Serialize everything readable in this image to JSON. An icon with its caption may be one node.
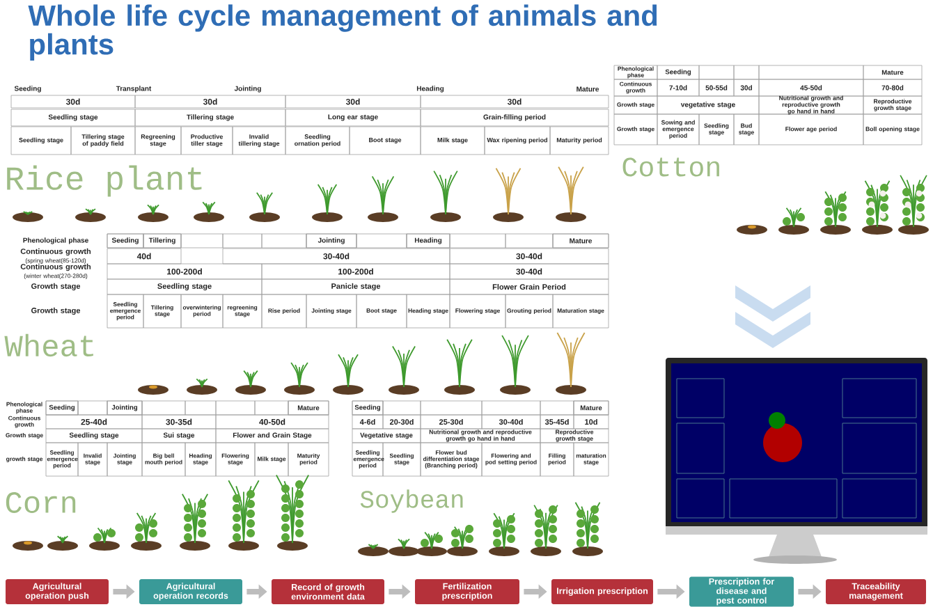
{
  "diagram": {
    "title": "Whole life cycle management of animals and plants",
    "nodes": [
      {
        "text": [
          "Agricultural operation push"
        ]
      },
      {
        "text": [
          "Agricultural operation records"
        ]
      },
      {
        "text": [
          "Record of growth environment data"
        ]
      },
      {
        "text": [
          "Fertilization prescription"
        ]
      },
      {
        "text": [
          "Irrigation prescription"
        ]
      },
      {
        "text": [
          "Prescription for disease and pest control"
        ]
      },
      {
        "text": [
          "Traceability management"
        ]
      }
    ],
    "edges": [
      {
        "from": 0,
        "to": 1,
        "arrow": "to"
      },
      {
        "from": 1,
        "to": 2,
        "arrow": "to"
      },
      {
        "from": 2,
        "to": 3,
        "arrow": "to"
      },
      {
        "from": 3,
        "to": 4,
        "arrow": "to"
      },
      {
        "from": 4,
        "to": 5,
        "arrow": "to"
      },
      {
        "from": 5,
        "to": 6,
        "arrow": "to"
      }
    ],
    "labels": [
      "Seeding",
      "Transplant",
      "Jointing",
      "Heading",
      "Mature",
      "30d",
      "30d",
      "30d",
      "30d",
      "Seedling stage",
      "Tillering stage",
      "Long ear stage",
      "Grain-filling period",
      "Seedling stage",
      "Tillering stage of paddy field",
      "Regreening stage",
      "Productive tiller stage",
      "Invalid tillering stage",
      "Seedling ornation period",
      "Boot stage",
      "Milk stage",
      "Wax ripening period",
      "Maturity period",
      "Phenological phase",
      "Seeding",
      "Mature",
      "Continuous growth",
      "7-10d",
      "50-55d",
      "30d",
      "45-50d",
      "70-80d",
      "Growth stage",
      "vegetative stage",
      "Nutritional growth and reproductive growth go hand in hand",
      "Reproductive growth stage",
      "Growth stage",
      "Sowing and emergence period",
      "Seedling stage",
      "Bud stage",
      "Flower age period",
      "Boll opening stage",
      "Rice plant",
      "Cotton",
      "Phenological phase",
      "Seeding",
      "Tillering",
      "Jointing",
      "Heading",
      "Mature",
      "Continuous growth",
      "(spring wheat(85-120d)",
      "40d",
      "30-40d",
      "30-40d",
      "Continuous growth",
      "(winter wheat(270-280d)",
      "100-200d",
      "100-200d",
      "30-40d",
      "Growth stage",
      "Seedling stage",
      "Panicle stage",
      "Flower Grain Period",
      "Growth stage",
      "Seedling emergence period",
      "Tillering stage",
      "overwintering period",
      "regreening stage",
      "Rise period",
      "Jointing stage",
      "Boot stage",
      "Heading stage",
      "Flowering stage",
      "Grouting period",
      "Maturation stage",
      "Wheat",
      "Phenological phase",
      "Seeding",
      "Jointing",
      "Mature",
      "Continuous growth",
      "25-40d",
      "30-35d",
      "40-50d",
      "Growth stage",
      "Seedling stage",
      "Sui stage",
      "Flower and Grain Stage",
      "growth stage",
      "Seedling emergence period",
      "Invalid stage",
      "Jointing stage",
      "Big bell mouth period",
      "Heading stage",
      "Flowering stage",
      "Milk stage",
      "Maturity period",
      "Seeding",
      "Mature",
      "4-6d",
      "20-30d",
      "25-30d",
      "30-40d",
      "35-45d",
      "10d",
      "Vegetative stage",
      "Nutritional growth and reproductive growth go hand in hand",
      "Reproductive growth stage",
      "Seedling emergence period",
      "Seedling stage",
      "Flower bud differentiation stage (Branching period)",
      "Flowering and pod setting period",
      "Filling period",
      "maturation stage",
      "Corn",
      "Soybean"
    ]
  }
}
